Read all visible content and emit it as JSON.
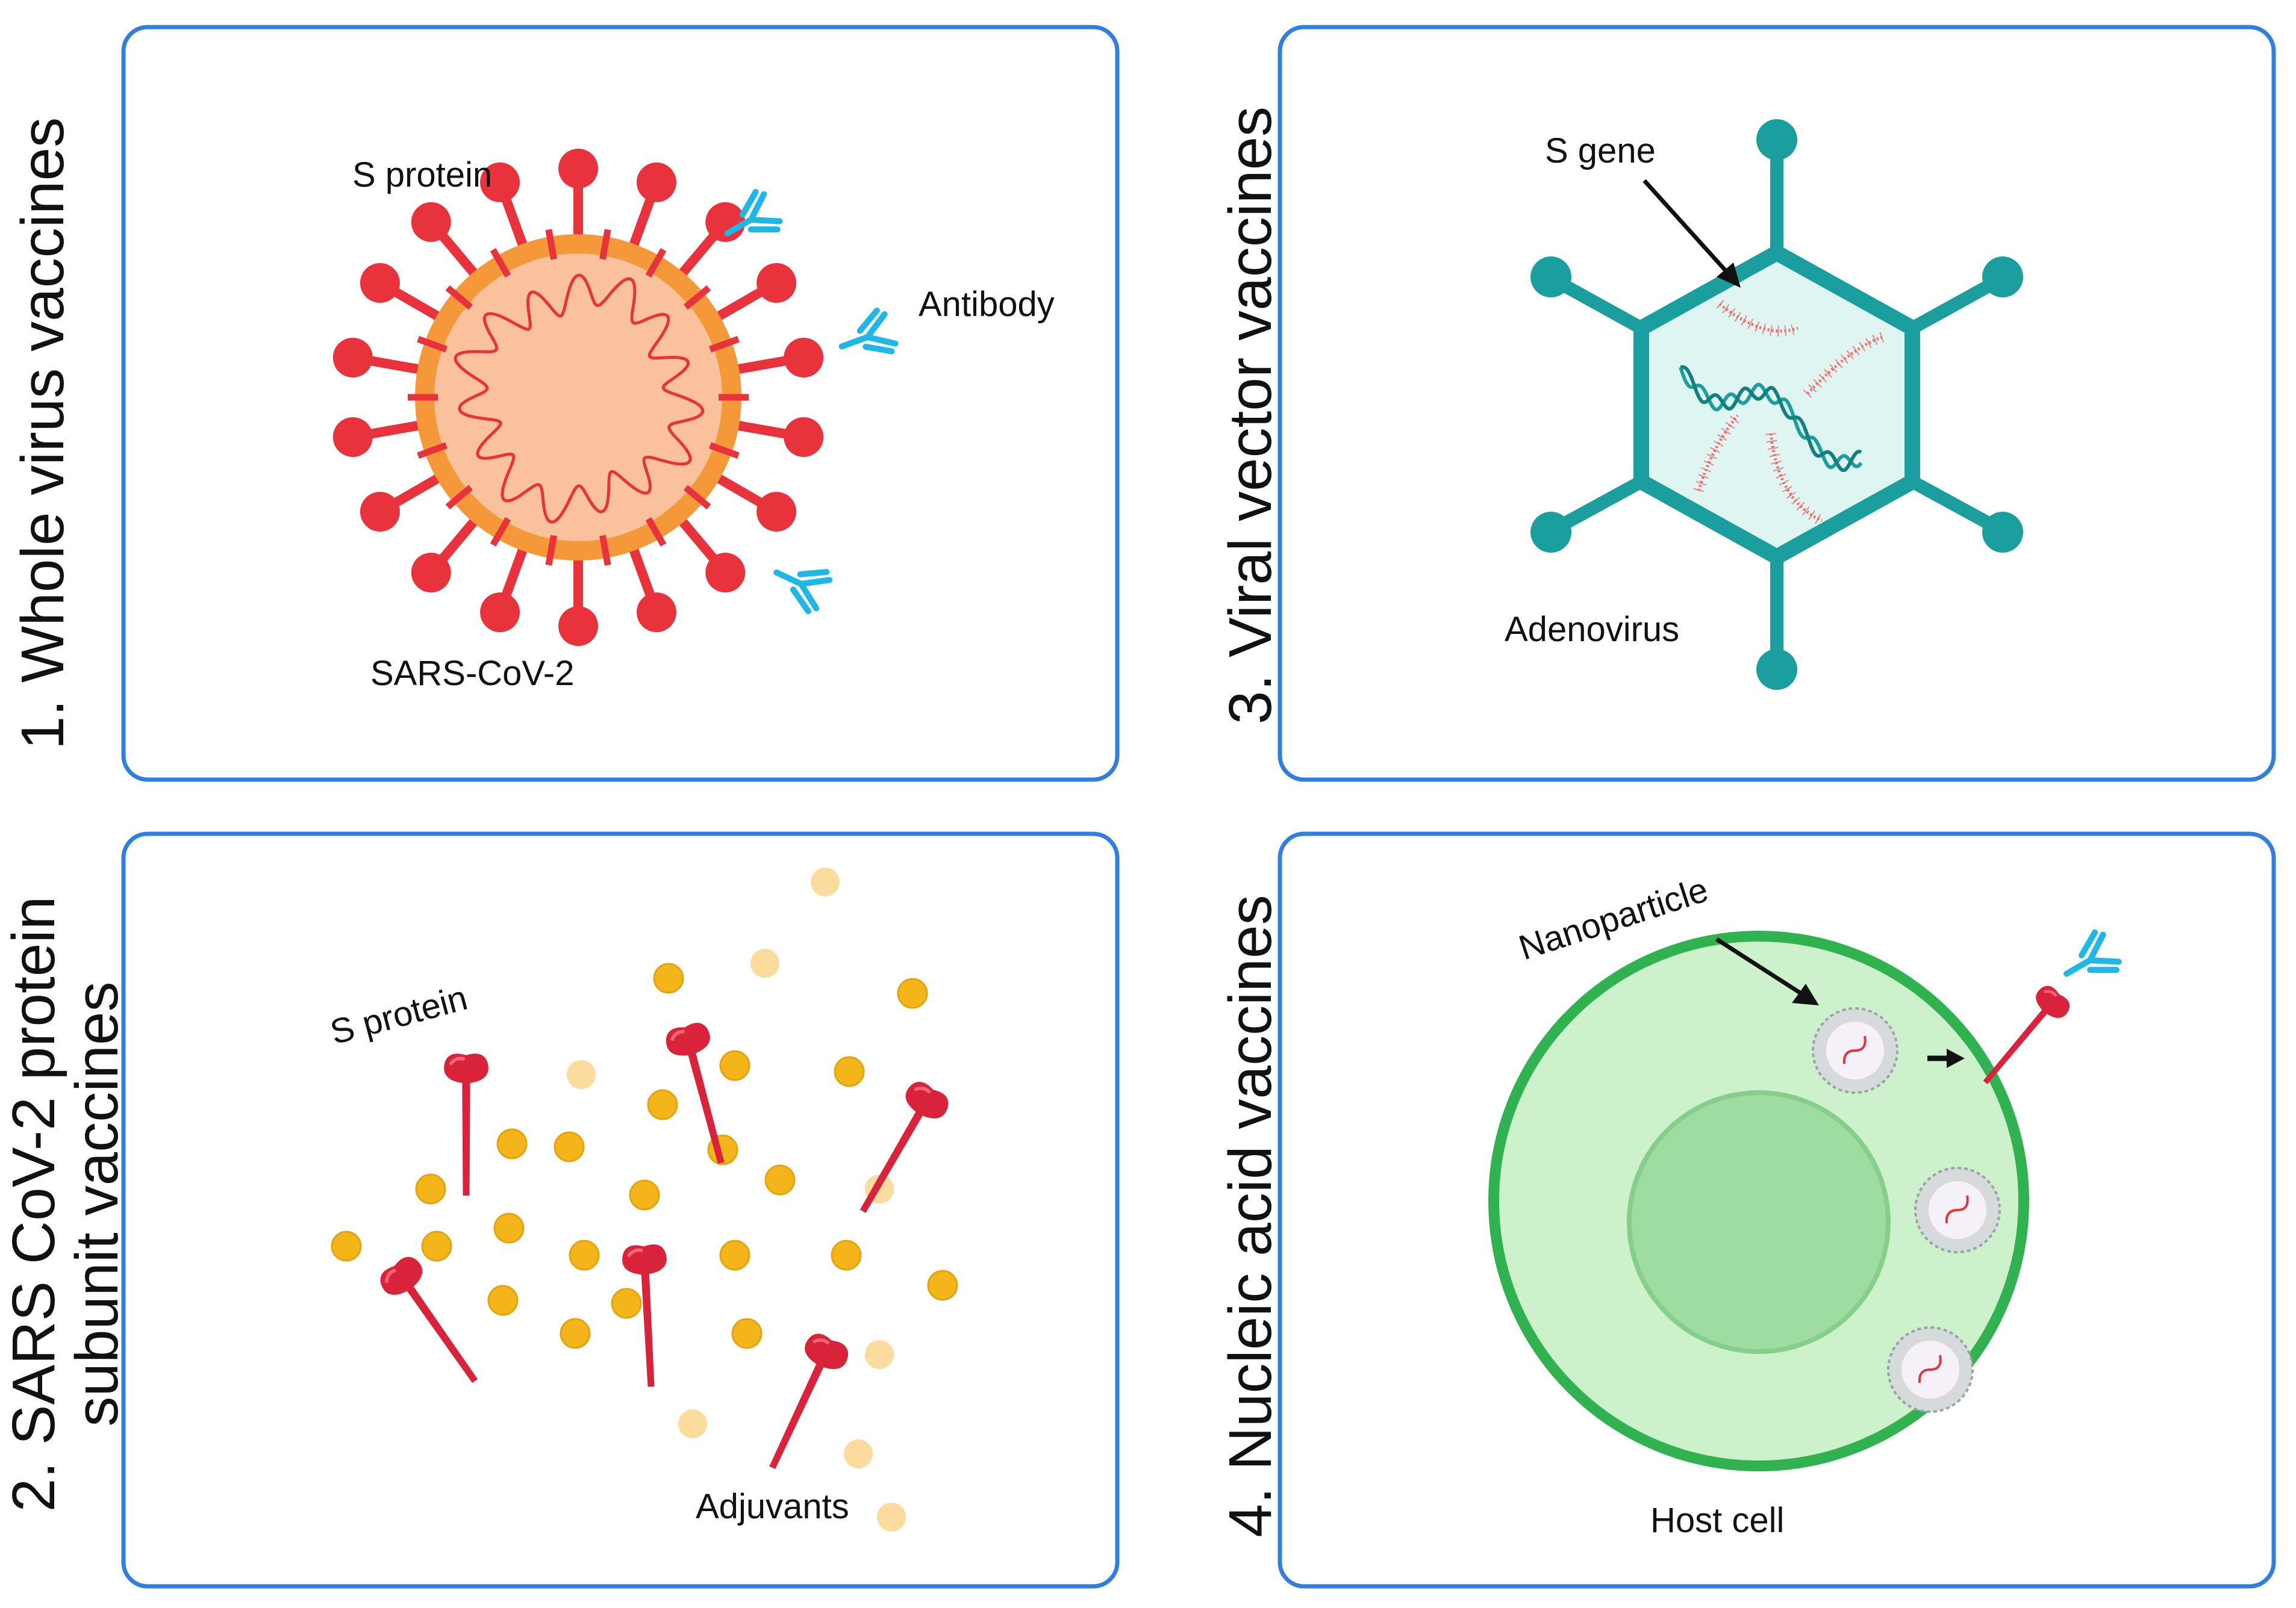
{
  "panels": {
    "whole_virus": {
      "title": "1. Whole virus vaccines",
      "labels": {
        "s_protein": "S protein",
        "antibody": "Antibody",
        "virus": "SARS-CoV-2"
      }
    },
    "viral_vector": {
      "title": "3. Viral vector vaccines",
      "labels": {
        "s_gene": "S gene",
        "adenovirus": "Adenovirus"
      }
    },
    "protein_subunit": {
      "title_line1": "2. SARS CoV-2 protein",
      "title_line2": "subunit vaccines",
      "labels": {
        "s_protein": "S protein",
        "adjuvants": "Adjuvants"
      }
    },
    "nucleic_acid": {
      "title": "4. Nucleic acid vaccines",
      "labels": {
        "nanoparticle": "Nanoparticle",
        "host_cell": "Host cell"
      }
    }
  },
  "colors": {
    "panel_border": "#2f7fe0",
    "virus_spike": "#e8323c",
    "virus_membrane": "#f5983a",
    "virus_core": "#f9c19c",
    "antibody": "#1fb8e6",
    "adenovirus": "#1a9e9e",
    "adenovirus_fill": "#dff5f2",
    "adjuvant": "#f3b51a",
    "adjuvant_light": "#fbdc9e",
    "subunit_spike": "#d9233b",
    "host_cell": "#cdf2cb",
    "host_cell_border": "#2fb24f",
    "nucleus": "#9fdca1"
  }
}
